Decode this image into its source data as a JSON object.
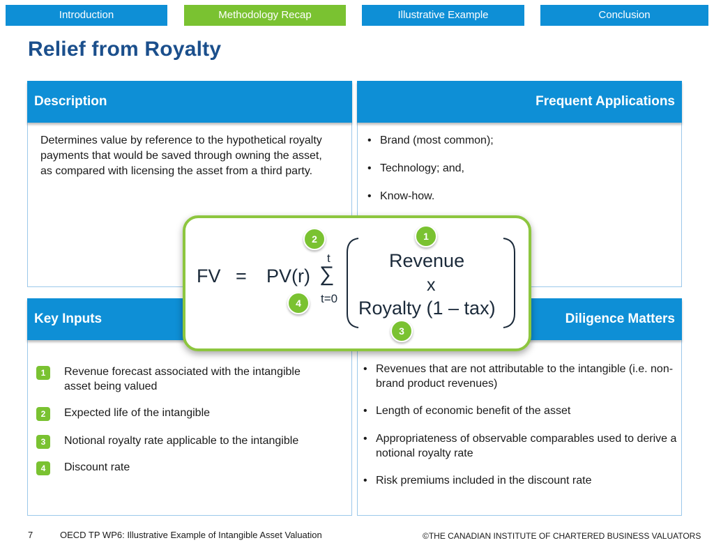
{
  "nav": {
    "tabs": [
      "Introduction",
      "Methodology Recap",
      "Illustrative Example",
      "Conclusion"
    ],
    "active_index": 1
  },
  "title": "Relief from Royalty",
  "description": {
    "heading": "Description",
    "text": "Determines value by reference to the hypothetical royalty payments that would be  saved through owning the asset, as compared with licensing the asset from a third party."
  },
  "applications": {
    "heading": "Frequent Applications",
    "items": [
      "Brand (most common);",
      "Technology; and,",
      "Know-how."
    ]
  },
  "key_inputs": {
    "heading": "Key Inputs",
    "items": [
      {
        "num": "1",
        "text": "Revenue forecast associated with the intangible asset being valued"
      },
      {
        "num": "2",
        "text": "Expected life of the intangible"
      },
      {
        "num": "3",
        "text": "Notional royalty rate applicable to the intangible"
      },
      {
        "num": "4",
        "text": "Discount rate"
      }
    ]
  },
  "diligence": {
    "heading": "Diligence Matters",
    "items": [
      "Revenues that are not attributable to the intangible (i.e. non-brand product revenues)",
      "Length of economic benefit of the asset",
      "Appropriateness of observable comparables used to derive a notional royalty rate",
      "Risk premiums included in the discount rate"
    ]
  },
  "formula": {
    "lhs": "FV",
    "equals": "=",
    "pv": "PV(r)",
    "sigma": "∑",
    "upper": "t",
    "lower": "t=0",
    "revenue": "Revenue",
    "times": "x",
    "royalty": "Royalty (1 – tax)",
    "markers": {
      "revenue": "1",
      "life": "2",
      "royalty": "3",
      "discount": "4"
    }
  },
  "footer": {
    "page_number": "7",
    "source": "OECD TP WP6: Illustrative Example of Intangible Asset Valuation",
    "copyright": "©THE CANADIAN INSTITUTE OF CHARTERED BUSINESS VALUATORS"
  },
  "colors": {
    "primary_blue": "#0e8fd6",
    "accent_green": "#7ac231",
    "title_navy": "#1b4f8c"
  }
}
